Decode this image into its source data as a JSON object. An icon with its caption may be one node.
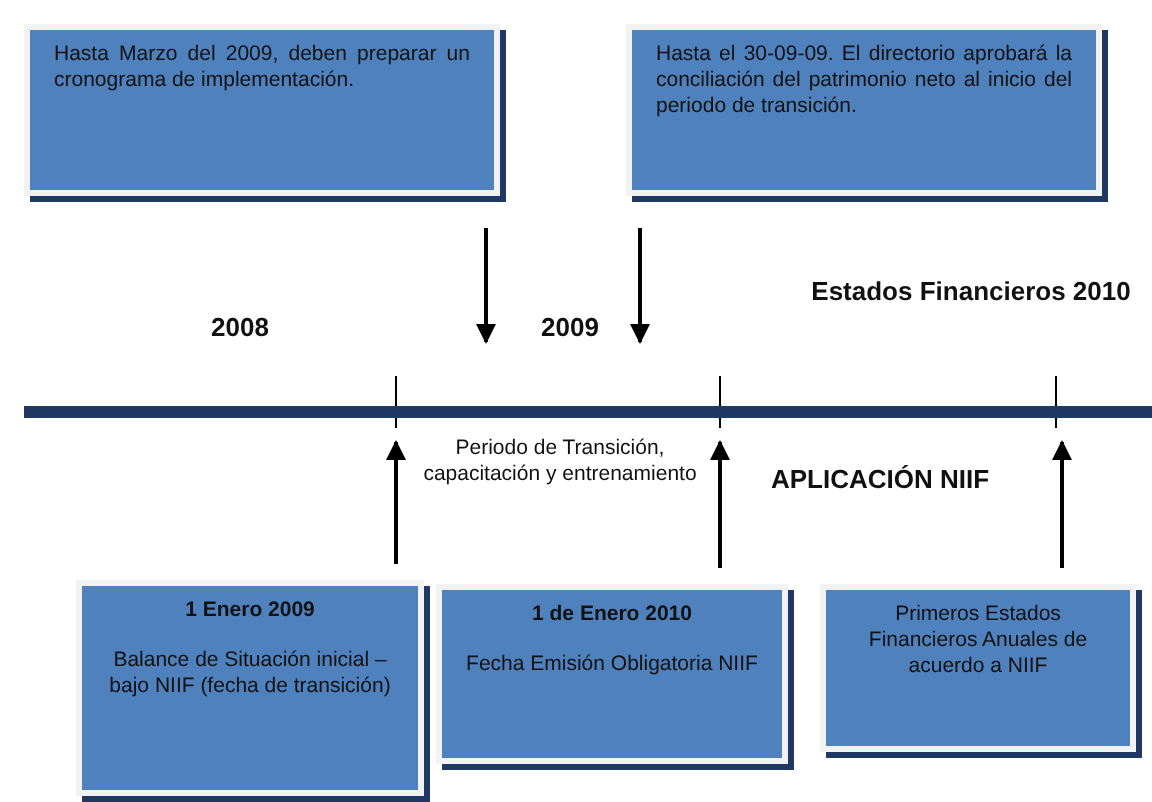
{
  "diagram": {
    "nodes": [
      {
        "text": [
          "Hasta Marzo del 2009, deben preparar un cronograma de implementación."
        ]
      },
      {
        "text": [
          "Hasta el 30-09-09. El directorio aprobará la conciliación del patrimonio neto al inicio del periodo de transición."
        ]
      },
      {
        "text": [],
        "shape": "bar"
      },
      {
        "text": [
          "1 Enero 2009",
          "Balance de Situación inicial – bajo NIIF (fecha de transición)"
        ]
      },
      {
        "text": [
          "1 de Enero 2010",
          "Fecha Emisión Obligatoria NIIF"
        ]
      },
      {
        "text": [
          "Primeros Estados Financieros Anuales de acuerdo a NIIF"
        ]
      }
    ],
    "edges": [
      {
        "from": 0,
        "to": 2,
        "arrow": "to"
      },
      {
        "from": 1,
        "to": 2,
        "arrow": "to"
      },
      {
        "from": 3,
        "to": 2,
        "arrow": "to"
      },
      {
        "from": 4,
        "to": 2,
        "arrow": "to"
      },
      {
        "from": 5,
        "to": 2,
        "arrow": "to"
      }
    ],
    "labels": [
      "2008",
      "2009",
      "Estados Financieros 2010",
      "Periodo de Transición, capacitación y entrenamiento",
      "APLICACIÓN NIIF"
    ]
  }
}
